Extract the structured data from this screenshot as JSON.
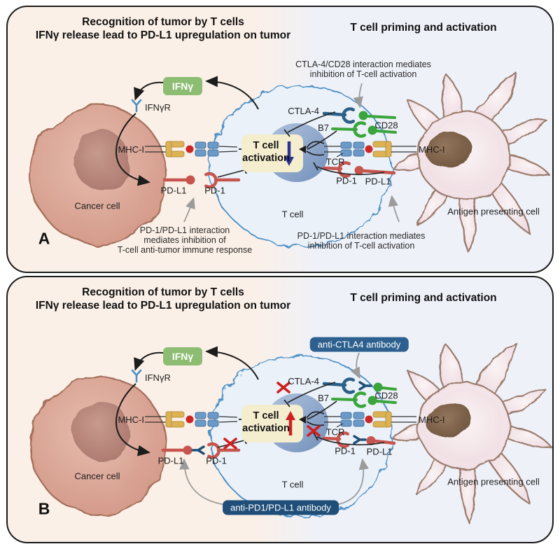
{
  "colors": {
    "panel_left_bg": "#fbf0e7",
    "panel_right_bg": "#eef1f8",
    "panel_border": "#1c1c1c",
    "cancer_cell_fill": "#d89c8c",
    "cancer_cell_stroke": "#a5705c",
    "cancer_nucleus": "#b5837a",
    "t_cell_fill": "#eaf1f9",
    "t_cell_stroke": "#4e8fc4",
    "t_cell_nucleus": "#8aa3c6",
    "apc_fill": "#f4e7ea",
    "apc_stroke": "#9b7b6d",
    "apc_nucleus": "#84684f",
    "activation_box": "#f4eecf",
    "ifn_box": "#8cbd72",
    "ctla4_blue": "#2d5f87",
    "green_cd28_b7": "#3aa53a",
    "tcr_blue": "#6b99c8",
    "mhc_gold": "#ddb254",
    "pd_red": "#c6554e",
    "antigen_dot_red": "#cc2727",
    "down_arrow_navy": "#2b3490",
    "up_arrow_red": "#cf2020",
    "block_x_red": "#cf1f1f",
    "antibody_navy": "#1f4e78",
    "anti_ctla4_box": "#2d608e",
    "anti_pd1_box": "#1f4e78",
    "gray_arrow": "#9b9b9b"
  },
  "panel_a": {
    "letter": "A",
    "header_left": [
      "Recognition of tumor by T cells",
      "IFNγ release lead to PD-L1 upregulation on tumor"
    ],
    "header_right": "T cell priming and activation",
    "ifn": "IFNγ",
    "ifnr": "IFNγR",
    "mhc_left": "MHC-I",
    "cancer": "Cancer cell",
    "pdl1_left": "PD-L1",
    "pd1_left": "PD-1",
    "tcell": "T cell",
    "act1": "T cell",
    "act2": "activation",
    "ctla4": "CTLA-4",
    "cd28": "CD28",
    "b7": "B7",
    "tcr": "TCR",
    "mhc_right": "MHC-I",
    "pd1_right": "PD-1",
    "pdl1_right": "PD-L1",
    "apc": "Antigen presenting cell",
    "caption_ctla4": [
      "CTLA-4/CD28 interaction mediates",
      "inhibition of T-cell activation"
    ],
    "caption_left": [
      "PD-1/PD-L1 interaction",
      "mediates inhibition of",
      "T-cell anti-tumor immune response"
    ],
    "caption_right": [
      "PD-1/PD-L1 interaction mediates",
      "inhibition of T-cell activation"
    ]
  },
  "panel_b": {
    "letter": "B",
    "header_left": [
      "Recognition of tumor by T cells",
      "IFNγ release lead to PD-L1 upregulation on tumor"
    ],
    "header_right": "T cell priming and activation",
    "ifn": "IFNγ",
    "ifnr": "IFNγR",
    "mhc_left": "MHC-I",
    "cancer": "Cancer cell",
    "pdl1_left": "PD-L1",
    "pd1_left": "PD-1",
    "tcell": "T cell",
    "act1": "T cell",
    "act2": "activation",
    "ctla4": "CTLA-4",
    "cd28": "CD28",
    "b7": "B7",
    "tcr": "TCR",
    "mhc_right": "MHC-I",
    "pd1_right": "PD-1",
    "pdl1_right": "PD-L1",
    "apc": "Antigen presenting cell",
    "anti_ctla4": "anti-CTLA4 antibody",
    "anti_pd1": "anti-PD1/PD-L1 antibody"
  }
}
